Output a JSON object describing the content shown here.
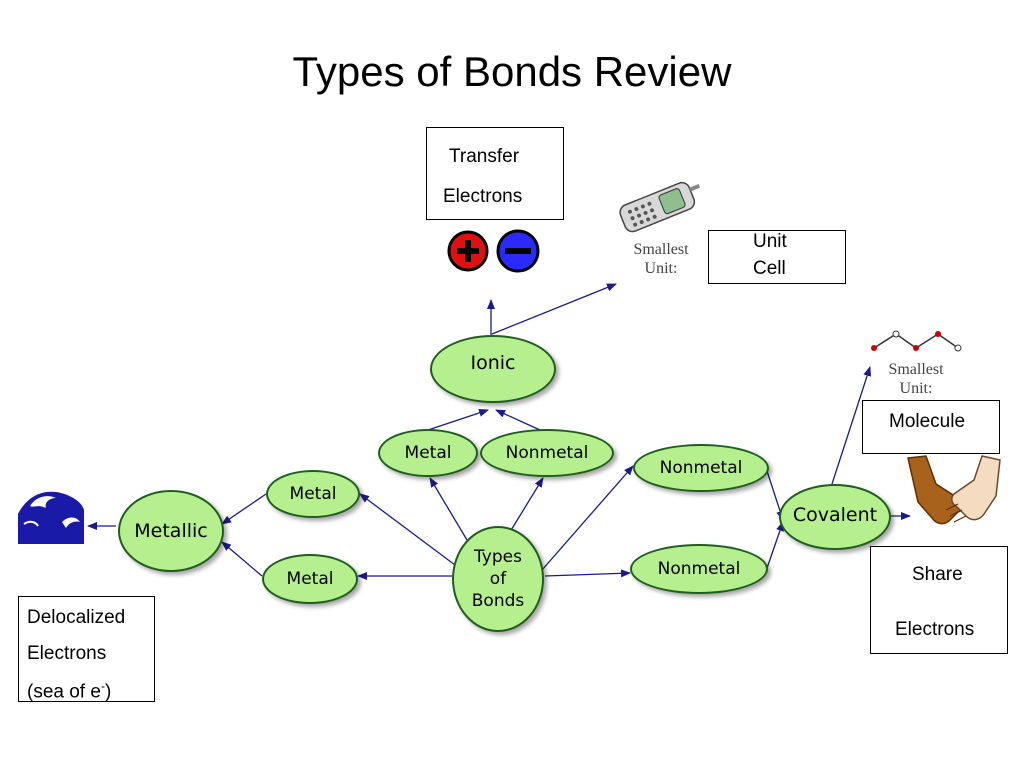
{
  "title": "Types of Bonds Review",
  "nodes": {
    "center": [
      "Types",
      "of",
      "Bonds"
    ],
    "ionic": "Ionic",
    "covalent": "Covalent",
    "metallic": "Metallic",
    "metal_top": "Metal",
    "nonmetal_top": "Nonmetal",
    "metal_left_upper": "Metal",
    "metal_left_lower": "Metal",
    "nonmetal_right_upper": "Nonmetal",
    "nonmetal_right_lower": "Nonmetal"
  },
  "boxes": {
    "transfer": [
      "Transfer",
      "Electrons"
    ],
    "unit_cell": [
      "Unit",
      "Cell"
    ],
    "molecule": "Molecule",
    "share": [
      "Share",
      "Electrons"
    ],
    "delocalized": [
      "Delocalized",
      "Electrons",
      "(sea of e",
      "-",
      ")"
    ]
  },
  "smallest_unit_label_1": [
    "Smallest",
    "Unit:"
  ],
  "smallest_unit_label_2": [
    "Smallest",
    "Unit:"
  ],
  "colors": {
    "node_fill": "#b6f08e",
    "arrow": "#1a1a8c",
    "plus": "#e01010",
    "minus": "#2a2aff"
  },
  "icons": [
    "plus-ion-icon",
    "minus-ion-icon",
    "cell-phone-icon",
    "wave-icon",
    "handshake-icon",
    "chain-molecule-icon"
  ]
}
